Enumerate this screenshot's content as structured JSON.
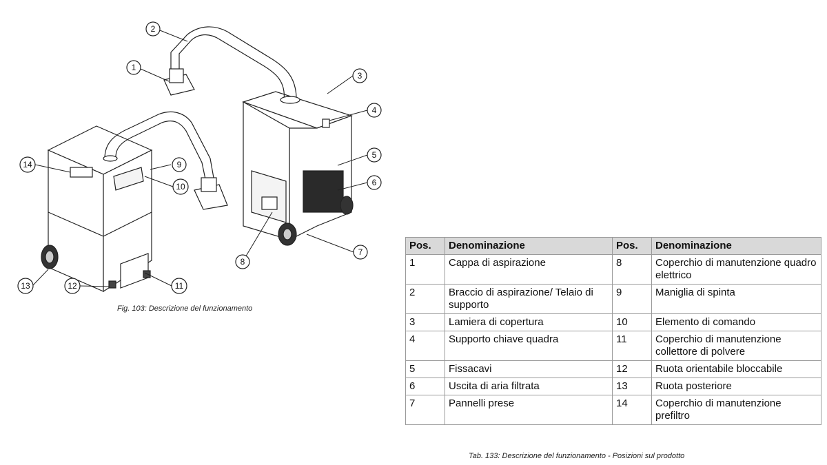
{
  "figure": {
    "callouts": [
      "1",
      "2",
      "3",
      "4",
      "5",
      "6",
      "7",
      "8",
      "9",
      "10",
      "11",
      "12",
      "13",
      "14"
    ],
    "caption": "Fig. 103: Descrizione del funzionamento"
  },
  "table": {
    "headers": [
      "Pos.",
      "Denominazione",
      "Pos.",
      "Denominazione"
    ],
    "rows": [
      [
        "1",
        "Cappa di aspirazione",
        "8",
        "Coperchio di manutenzione quadro elettrico"
      ],
      [
        "2",
        "Braccio di aspirazione/ Telaio di supporto",
        "9",
        "Maniglia di spinta"
      ],
      [
        "3",
        "Lamiera di copertura",
        "10",
        "Elemento di comando"
      ],
      [
        "4",
        "Supporto chiave quadra",
        "11",
        "Coperchio di manutenzione collettore di polvere"
      ],
      [
        "5",
        "Fissacavi",
        "12",
        "Ruota orientabile bloccabile"
      ],
      [
        "6",
        "Uscita di aria filtrata",
        "13",
        "Ruota posteriore"
      ],
      [
        "7",
        "Pannelli prese",
        "14",
        "Coperchio di manutenzione prefiltro"
      ]
    ],
    "caption": "Tab. 133: Descrizione del funzionamento - Posizioni sul prodotto"
  }
}
